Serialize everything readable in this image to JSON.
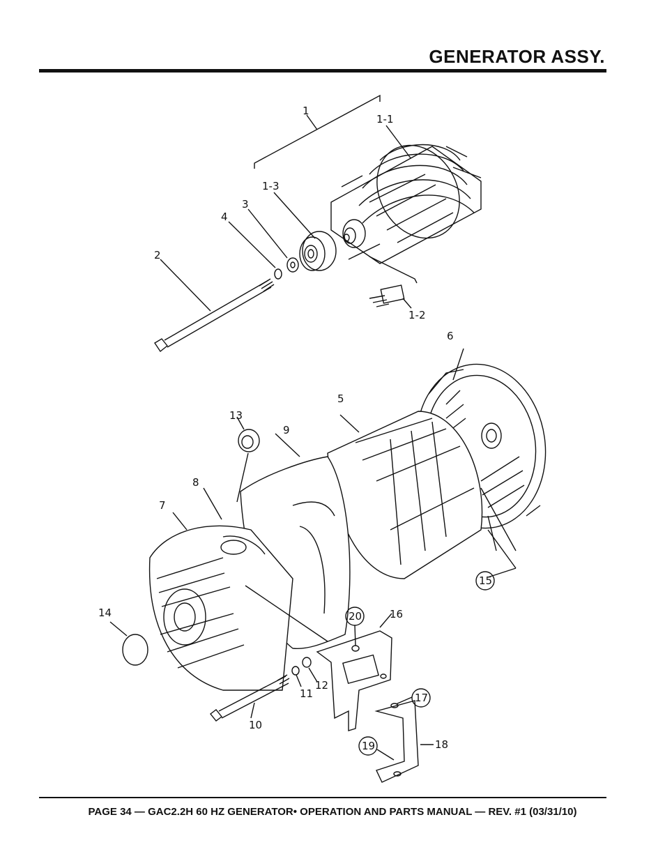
{
  "header": {
    "title": "GENERATOR ASSY."
  },
  "footer": {
    "text": "PAGE 34 — GAC2.2H 60 HZ GENERATOR• OPERATION AND PARTS MANUAL — REV. #1 (03/31/10)"
  },
  "callouts": {
    "c1": "1",
    "c1_1": "1-1",
    "c1_2": "1-2",
    "c1_3": "1-3",
    "c2": "2",
    "c3": "3",
    "c4": "4",
    "c5": "5",
    "c6": "6",
    "c7": "7",
    "c8": "8",
    "c9": "9",
    "c10": "10",
    "c11": "11",
    "c12": "12",
    "c13": "13",
    "c14": "14",
    "c15": "15",
    "c16": "16",
    "c17": "17",
    "c18": "18",
    "c19": "19",
    "c20": "20"
  }
}
